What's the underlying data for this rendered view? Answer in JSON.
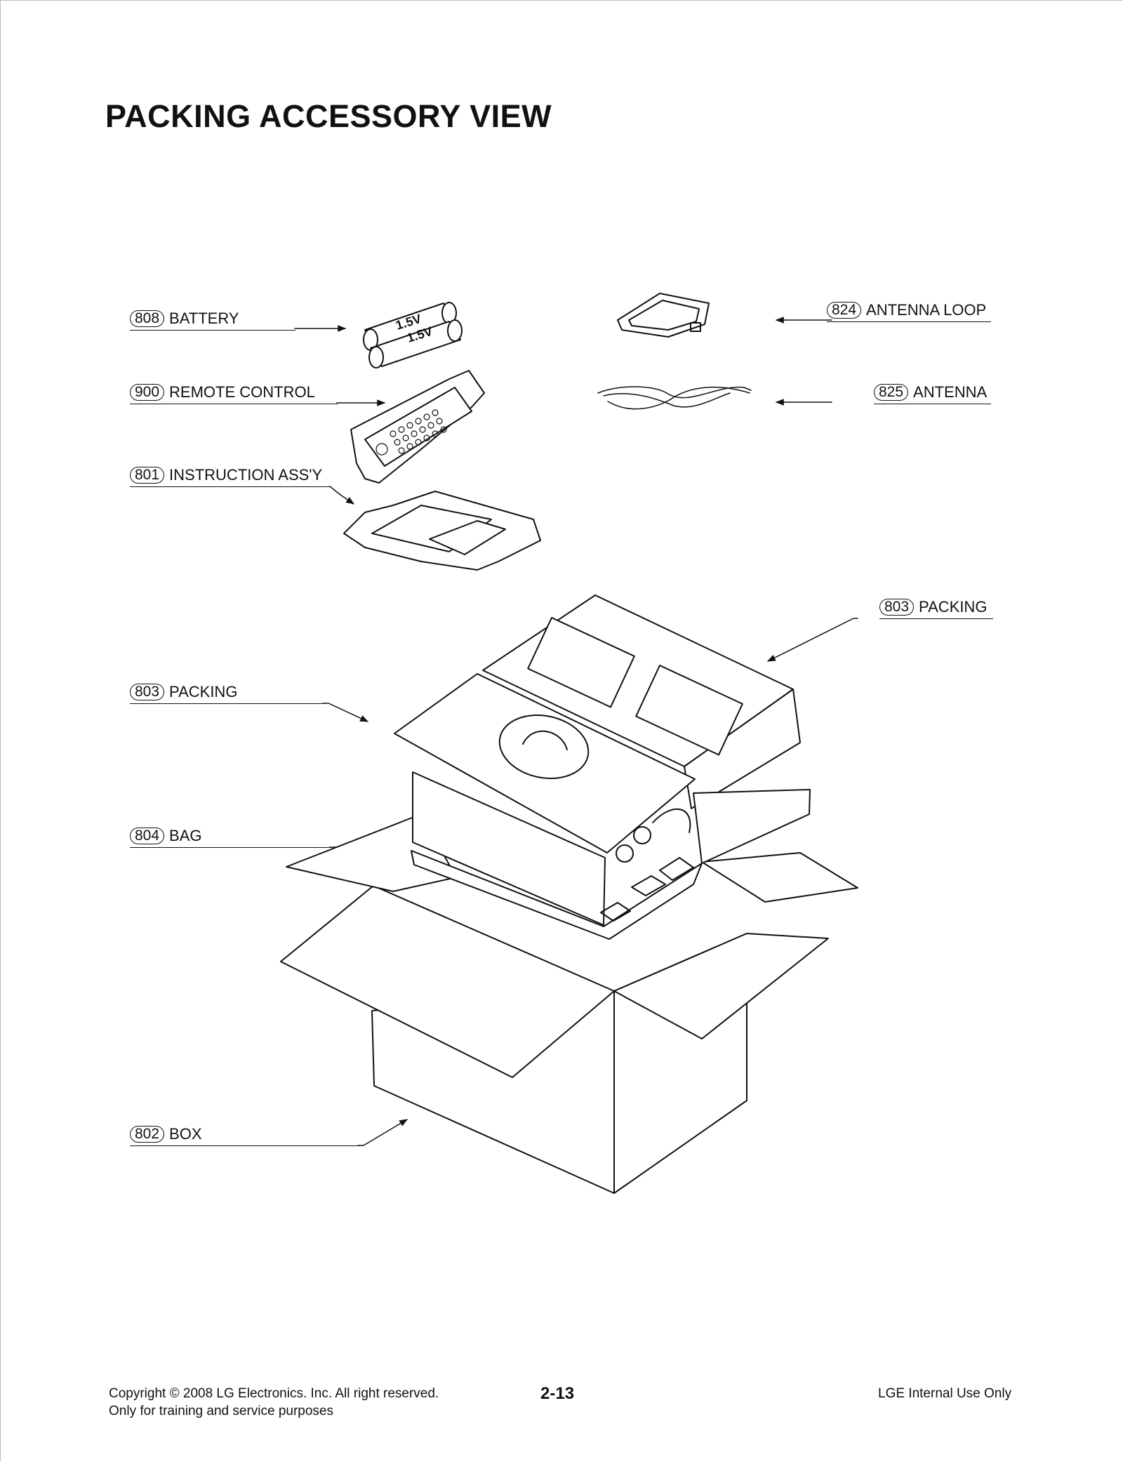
{
  "page": {
    "title": "PACKING ACCESSORY VIEW"
  },
  "callouts": [
    {
      "id": "808",
      "label": "BATTERY"
    },
    {
      "id": "900",
      "label": "REMOTE CONTROL"
    },
    {
      "id": "801",
      "label": "INSTRUCTION ASS'Y"
    },
    {
      "id": "824",
      "label": "ANTENNA LOOP"
    },
    {
      "id": "825",
      "label": "ANTENNA"
    },
    {
      "id": "803",
      "label": "PACKING"
    },
    {
      "id": "803",
      "label": "PACKING"
    },
    {
      "id": "804",
      "label": "BAG"
    },
    {
      "id": "802",
      "label": "BOX"
    }
  ],
  "battery_text": [
    "1.5V",
    "1.5V"
  ],
  "footer": {
    "copyright": "Copyright © 2008 LG Electronics. Inc. All right reserved.",
    "note": "Only for training and service purposes",
    "page_number": "2-13",
    "usage": "LGE Internal Use Only"
  }
}
